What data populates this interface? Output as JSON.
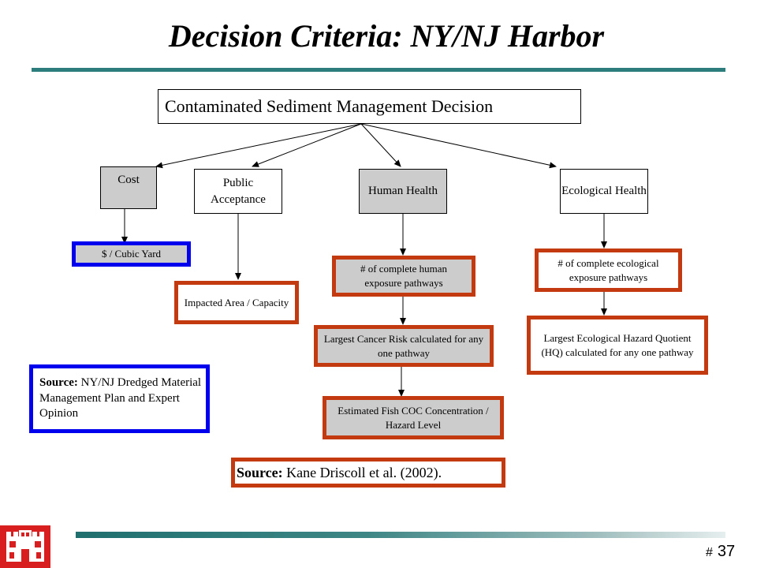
{
  "slide": {
    "title": "Decision Criteria: NY/NJ Harbor",
    "page_hash": "#",
    "page_number": "37"
  },
  "diagram": {
    "root": "Contaminated Sediment Management Decision",
    "criteria": {
      "cost": "Cost",
      "public_acceptance": "Public Acceptance",
      "human_health": "Human Health",
      "ecological_health": "Ecological Health"
    },
    "metrics": {
      "cost_metric": "$ / Cubic Yard",
      "impacted_area": "Impacted Area / Capacity",
      "human_pathways": "# of complete human exposure pathways",
      "cancer_risk": "Largest Cancer Risk calculated for any one pathway",
      "fish_coc": "Estimated Fish COC Concentration / Hazard Level",
      "eco_pathways": "# of complete ecological exposure pathways",
      "eco_hazard": "Largest Ecological Hazard Quotient (HQ) calculated for any one pathway"
    }
  },
  "sources": {
    "left_label": "Source:",
    "left_text": " NY/NJ Dredged Material Management Plan and Expert Opinion",
    "bottom_label": "Source:",
    "bottom_text": " Kane Driscoll  et al.  (2002)."
  },
  "colors": {
    "red_border": "#c43a10",
    "blue_border": "#0000ee",
    "grey_fill": "#cccccc",
    "teal_rule": "#2e7d7d",
    "logo_red": "#d81e1e"
  }
}
